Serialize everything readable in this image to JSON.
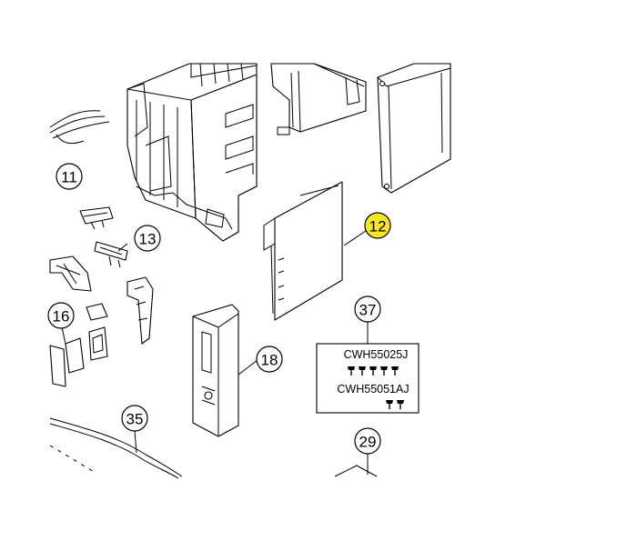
{
  "callouts": [
    {
      "id": "11",
      "label": "11",
      "highlight": false
    },
    {
      "id": "12",
      "label": "12",
      "highlight": true
    },
    {
      "id": "13",
      "label": "13",
      "highlight": false
    },
    {
      "id": "16",
      "label": "16",
      "highlight": false
    },
    {
      "id": "18",
      "label": "18",
      "highlight": false
    },
    {
      "id": "29",
      "label": "29",
      "highlight": false
    },
    {
      "id": "35",
      "label": "35",
      "highlight": false
    },
    {
      "id": "37",
      "label": "37",
      "highlight": false
    }
  ],
  "screw_kit": {
    "part_a": {
      "code": "CWH55025J",
      "screw_count": 5
    },
    "part_b": {
      "code": "CWH55051AJ",
      "screw_count": 2
    }
  },
  "colors": {
    "highlight": "#f6e51f",
    "ink": "#000000",
    "paper": "#ffffff"
  }
}
